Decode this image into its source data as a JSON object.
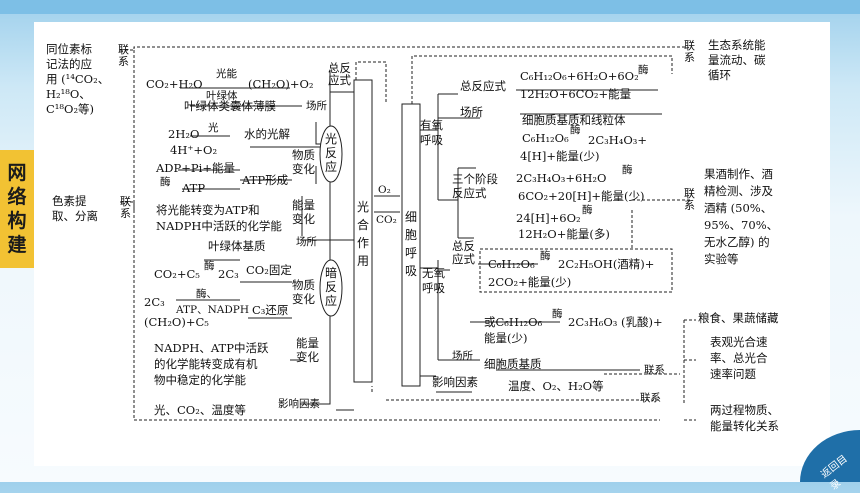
{
  "side_title": [
    "网",
    "络",
    "构",
    "建"
  ],
  "left": {
    "isotope": [
      "同位素标",
      "记法的应",
      "用 (¹⁴CO₂、",
      "H₂¹⁸O、",
      "C¹⁸O₂等)"
    ],
    "pigment": [
      "色素提",
      "取、分离"
    ],
    "link": "联系"
  },
  "photo": {
    "total_label": [
      "总反",
      "应式"
    ],
    "total_eq": "CO₂+H₂O",
    "light_energy": "光能",
    "chloroplast": "叶绿体",
    "total_rhs": "(CH₂O)+O₂",
    "thylakoid": "叶绿体类囊体薄膜",
    "site": "场所",
    "water_eq": "2H₂O",
    "light": "光",
    "water_rhs": "4H⁺+O₂",
    "photolysis": "水的光解",
    "material_change": [
      "物质",
      "变化"
    ],
    "light_reaction": [
      "光",
      "反",
      "应"
    ],
    "atp_eq": "ADP+Pi+能量",
    "enzyme": "酶",
    "atp_rhs": "ATP",
    "atp_form": "ATP形成",
    "energy_change": [
      "能量",
      "变化"
    ],
    "light_energy_text": [
      "将光能转变为ATP和",
      "NADPH中活跃的化学能"
    ],
    "stroma": "叶绿体基质",
    "co2_fix_eq": "CO₂+C₅",
    "co2_fix_rhs": "2C₃",
    "co2_fixation": "CO₂固定",
    "dark_reaction": [
      "暗",
      "反",
      "应"
    ],
    "c3_eq": "2C₃",
    "c3_cond": "酶、",
    "c3_cond2": "ATP、NADPH",
    "c3_rhs": "(CH₂O)+C₅",
    "c3_reduction": "C₃还原",
    "dark_energy_text": [
      "NADPH、ATP中活跃",
      "的化学能转变成有机",
      "物中稳定的化学能"
    ],
    "factors": "光、CO₂、温度等",
    "factor_label": "影响因素",
    "main": [
      "光",
      "合",
      "作",
      "用"
    ]
  },
  "mid": {
    "o2": "O₂",
    "co2": "CO₂"
  },
  "resp": {
    "main": [
      "细",
      "胞",
      "呼",
      "吸"
    ],
    "aerobic": [
      "有氧",
      "呼吸"
    ],
    "total_label": "总反应式",
    "aer_eq": "C₆H₁₂O₆+6H₂O+6O₂",
    "enzyme": "酶",
    "aer_rhs": "12H₂O+6CO₂+能量",
    "site": "场所",
    "aer_site": "细胞质基质和线粒体",
    "stage1_eq": "C₆H₁₂O₆",
    "stage1_rhs": "2C₃H₄O₃+",
    "stage1_rhs2": "4[H]+能量(少)",
    "stages": [
      "三个阶段",
      "反应式"
    ],
    "stage2_eq": "2C₃H₄O₃+6H₂O",
    "stage2_rhs": "6CO₂+20[H]+能量(少)",
    "stage3_eq": "24[H]+6O₂",
    "stage3_rhs": "12H₂O+能量(多)",
    "anaerobic": [
      "无氧",
      "呼吸"
    ],
    "ana_total": [
      "总反",
      "应式"
    ],
    "ana_eq": "C₆H₁₂O₆",
    "ana_rhs": "2C₂H₅OH(酒精)+",
    "ana_rhs2": "2CO₂+能量(少)",
    "lactic_eq": "或C₆H₁₂O₆",
    "lactic_rhs": "2C₃H₆O₃ (乳酸)+",
    "lactic_rhs2": "能量(少)",
    "ana_site_label": "场所",
    "ana_site": "细胞质基质",
    "factor_label": "影响因素",
    "factors": "温度、O₂、H₂O等",
    "link": "联系"
  },
  "right": {
    "link": "联系",
    "eco": [
      "生态系统能",
      "量流动、碳",
      "循环"
    ],
    "ferment": [
      "果酒制作、酒",
      "精检测、涉及",
      "酒精 (50%、",
      "95%、70%、",
      "无水乙醇) 的",
      "实验等"
    ],
    "storage": "粮食、果蔬储藏",
    "rate": [
      "表观光合速",
      "率、总光合",
      "速率问题"
    ],
    "relation": [
      "两过程物质、",
      "能量转化关系"
    ]
  },
  "back_button": "返回目录"
}
